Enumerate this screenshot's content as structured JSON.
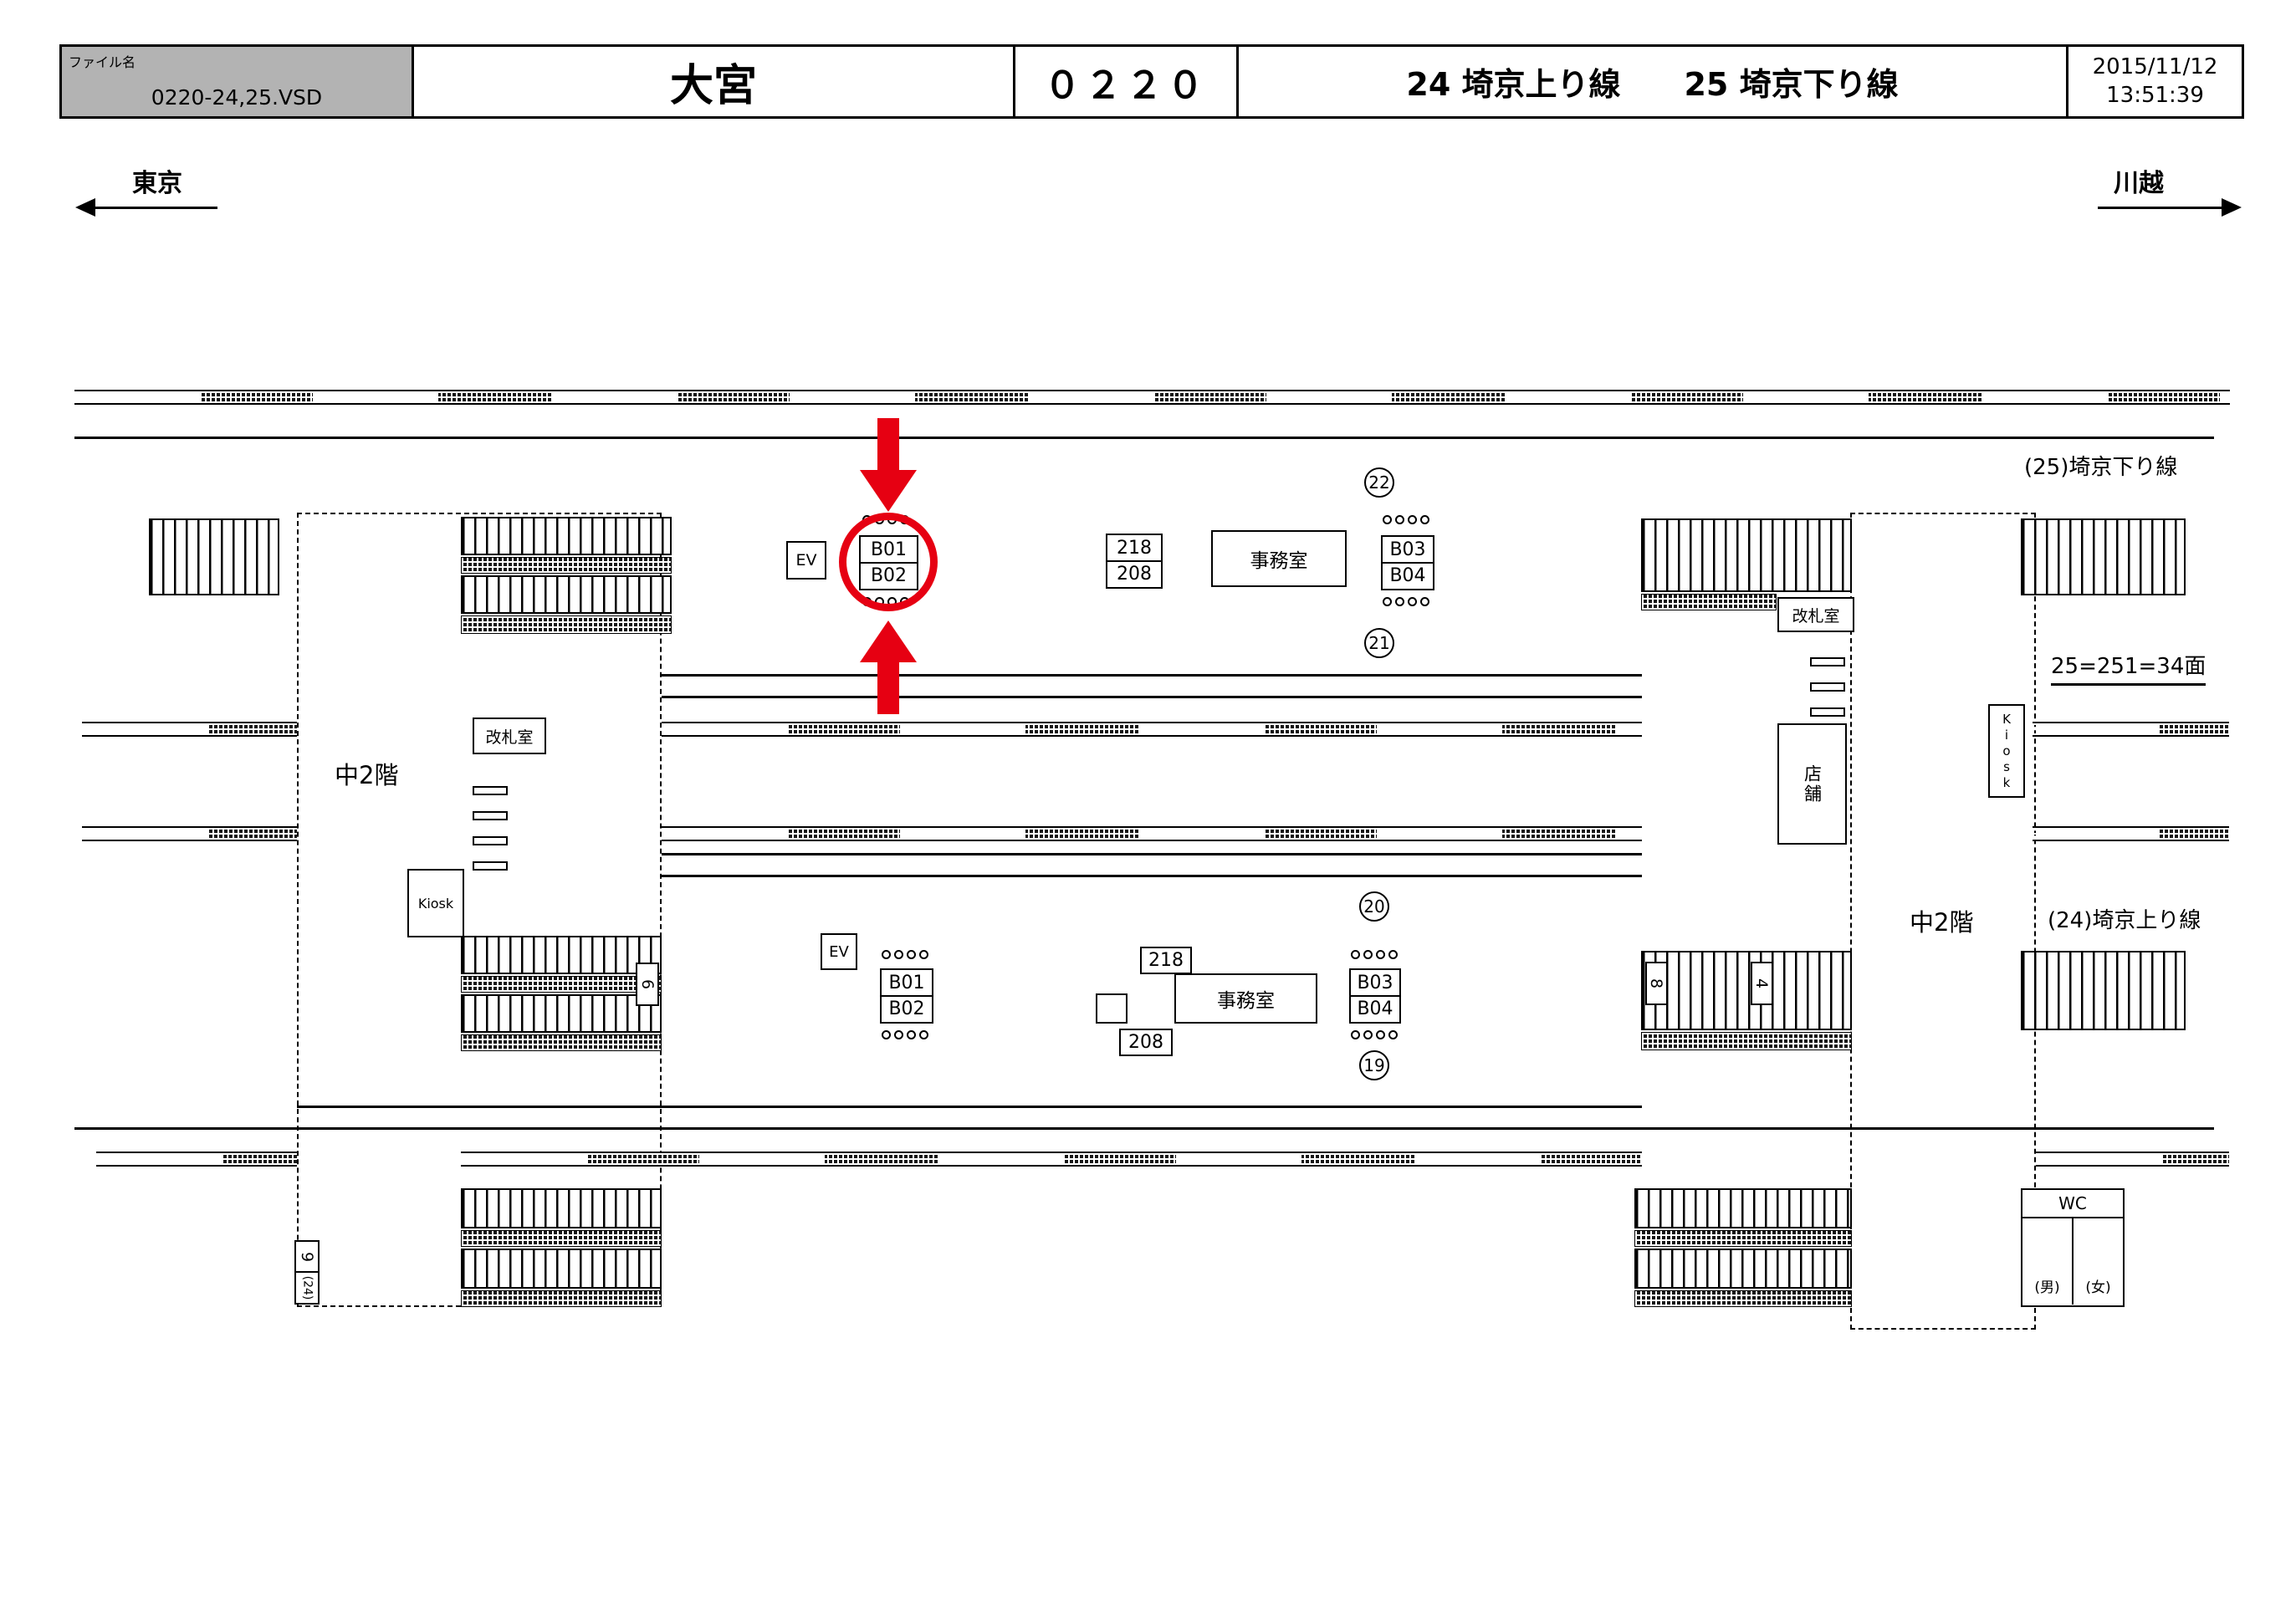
{
  "header": {
    "file_label": "ファイル名",
    "file_name": "0220-24,25.VSD",
    "station": "大宮",
    "code": "０２２０",
    "lines": "24 埼京上り線　　25 埼京下り線",
    "date": "2015/11/12",
    "time": "13:51:39"
  },
  "directions": {
    "left": "東京",
    "right": "川越"
  },
  "tracks": {
    "line25_label": "(25)埼京下り線",
    "line24_label": "(24)埼京上り線",
    "t22": "22",
    "t21": "21",
    "t20": "20",
    "t19": "19",
    "formula": "25=251=34面"
  },
  "upper": {
    "ev": "EV",
    "b01": "B01",
    "b02": "B02",
    "n218": "218",
    "n208": "208",
    "office": "事務室",
    "b03": "B03",
    "b04": "B04",
    "gate": "改札室",
    "shop": "店舗",
    "kiosk": "Kiosk"
  },
  "mezzanine": {
    "left": "中2階",
    "right": "中2階"
  },
  "concourse": {
    "gate": "改札室",
    "kiosk": "Kiosk"
  },
  "lower": {
    "ev": "EV",
    "b01": "B01",
    "b02": "B02",
    "n218": "218",
    "n208": "208",
    "office": "事務室",
    "b03": "B03",
    "b04": "B04",
    "stair6": "6",
    "stair8": "8",
    "stair4": "4",
    "stair9": "9",
    "stair9_note": "(24)"
  },
  "wc": {
    "title": "WC",
    "male": "(男)",
    "female": "(女)"
  },
  "colors": {
    "highlight_red": "#e60012",
    "header_gray": "#b3b3b3"
  }
}
